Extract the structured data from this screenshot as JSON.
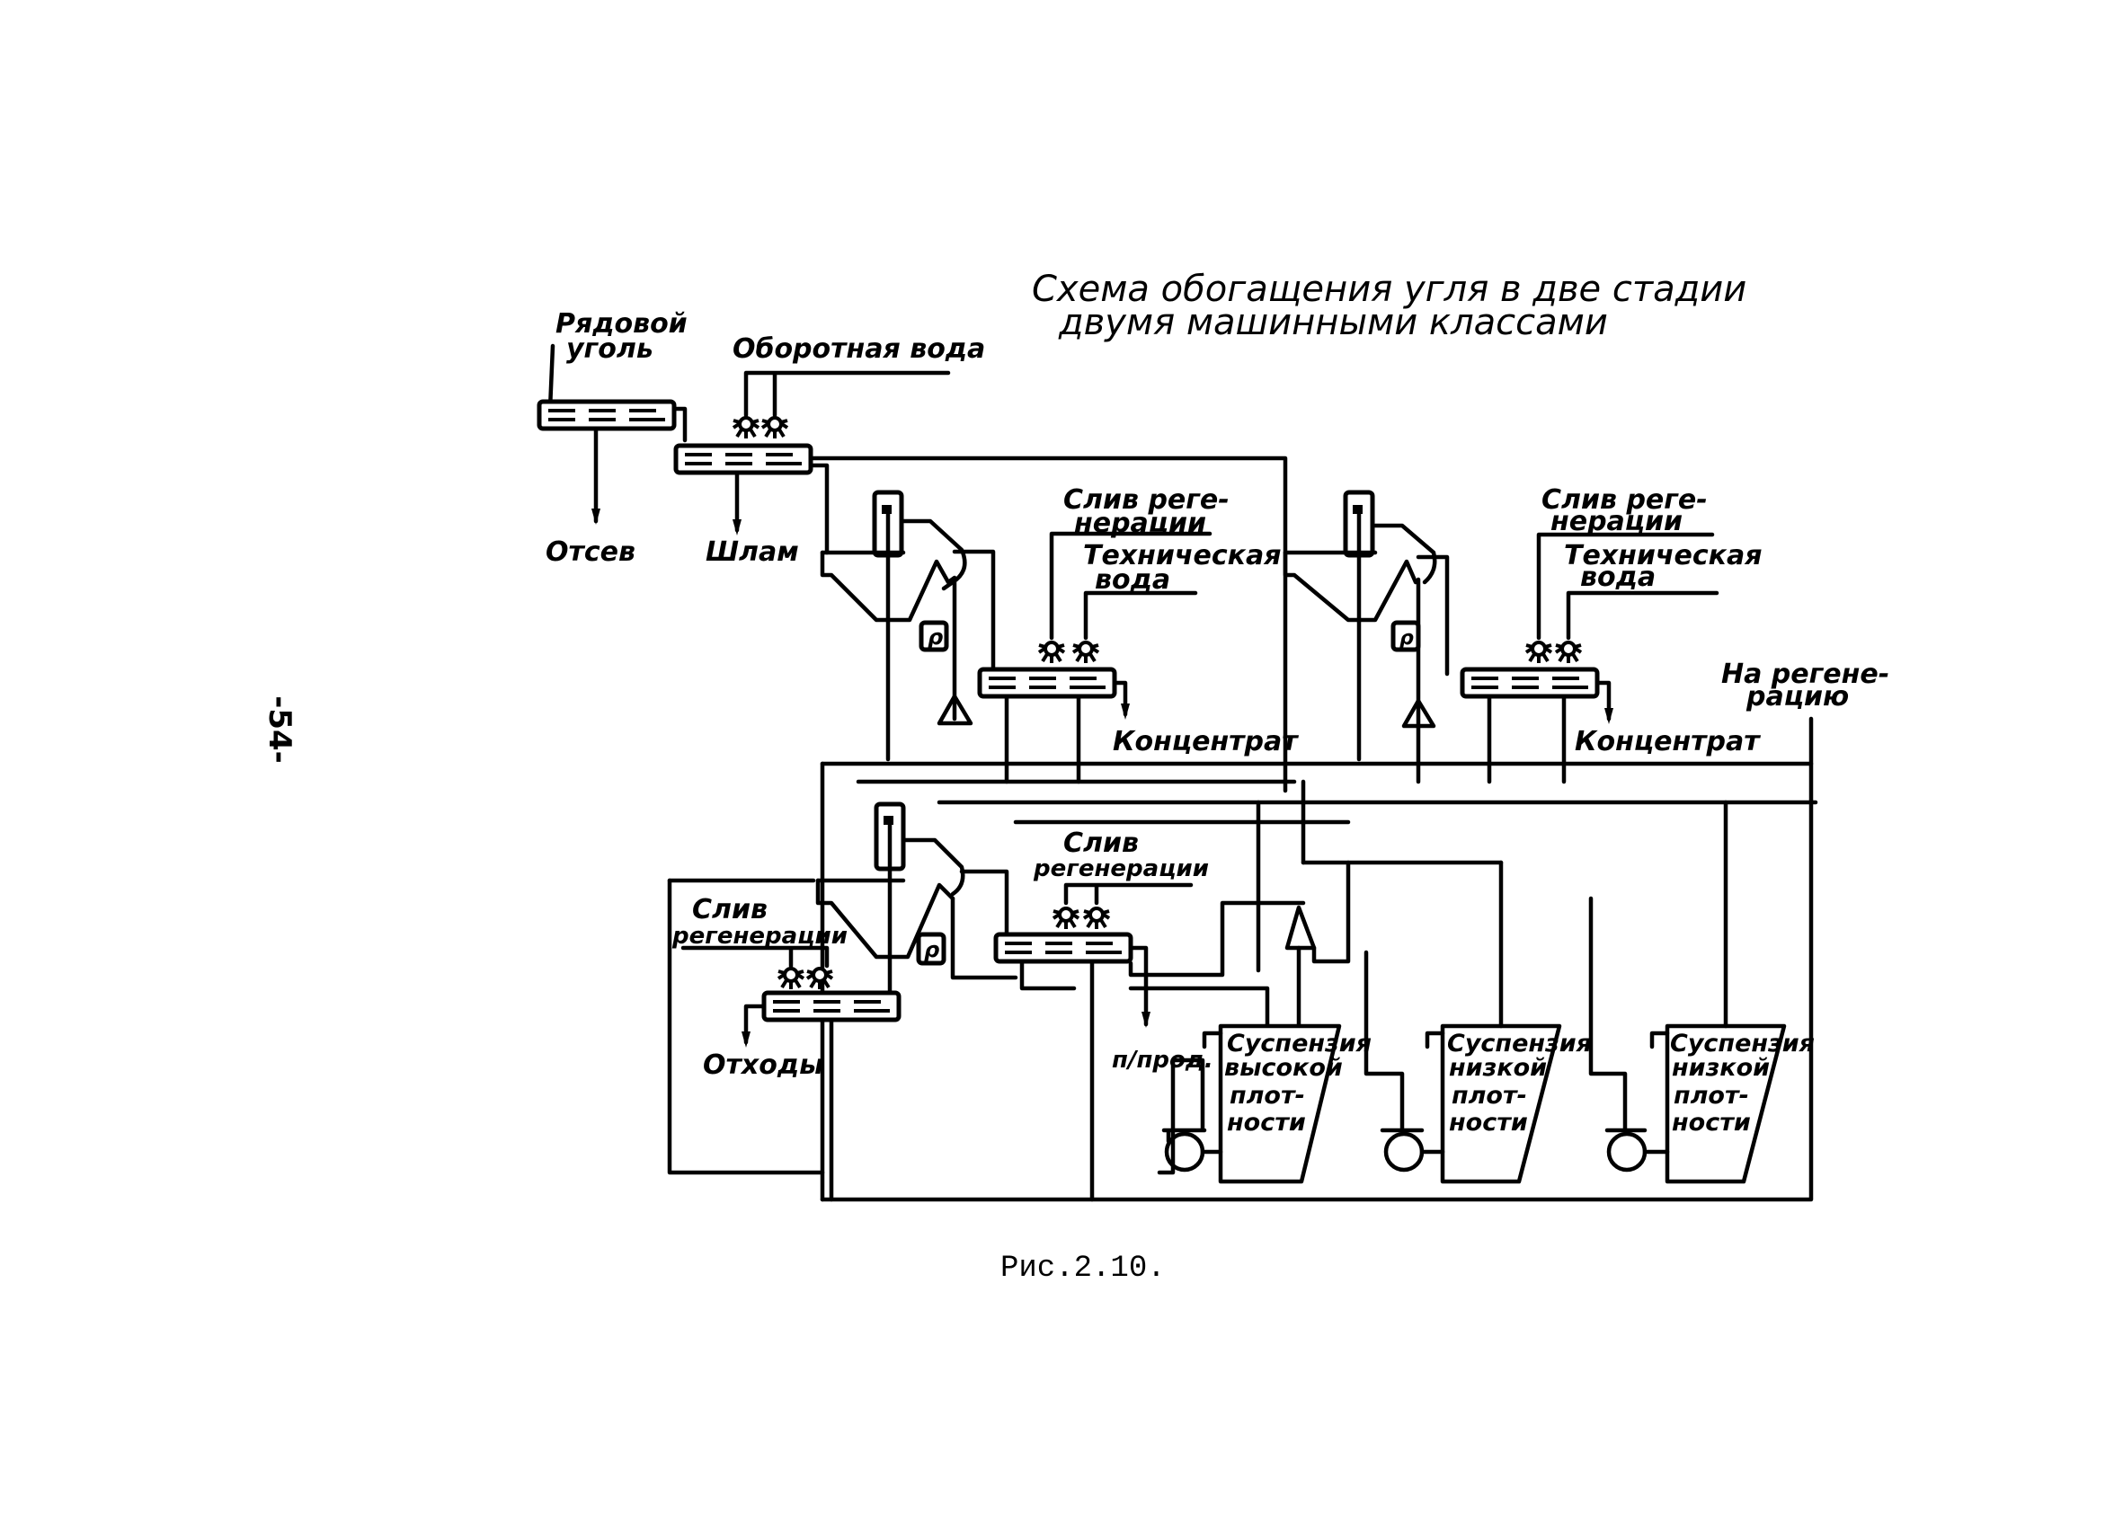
{
  "page_number": "-54-",
  "title": {
    "line1": "Схема обогащения угля в две стадии",
    "line2": "двумя машинными классами"
  },
  "caption": "Рис.2.10.",
  "labels": {
    "raw_coal_1": "Рядовой",
    "raw_coal_2": "уголь",
    "recycled_water": "Оборотная вода",
    "screenings": "Отсев",
    "slime": "Шлам",
    "regen_overflow_1a": "Слив реге-",
    "regen_overflow_1b": "нерации",
    "tech_water_1a": "Техническая",
    "tech_water_1b": "вода",
    "concentrate_1": "Концентрат",
    "regen_overflow_2a": "Слив реге-",
    "regen_overflow_2b": "нерации",
    "tech_water_2a": "Техническая",
    "tech_water_2b": "вода",
    "concentrate_2": "Концентрат",
    "to_regen_1": "На регене-",
    "to_regen_2": "рацию",
    "regen_overflow_3a": "Слив",
    "regen_overflow_3b": "регенерации",
    "regen_overflow_4a": "Слив",
    "regen_overflow_4b": "регенерации",
    "waste": "Отходы",
    "middlings": "п/прод."
  },
  "tanks": [
    {
      "line1": "Суспензия",
      "line2": "высокой",
      "line3": "плот-",
      "line4": "ности"
    },
    {
      "line1": "Суспензия",
      "line2": "низкой",
      "line3": "плот-",
      "line4": "ности"
    },
    {
      "line1": "Суспензия",
      "line2": "низкой",
      "line3": "плот-",
      "line4": "ности"
    }
  ],
  "density_gauge_symbol": "ρ"
}
